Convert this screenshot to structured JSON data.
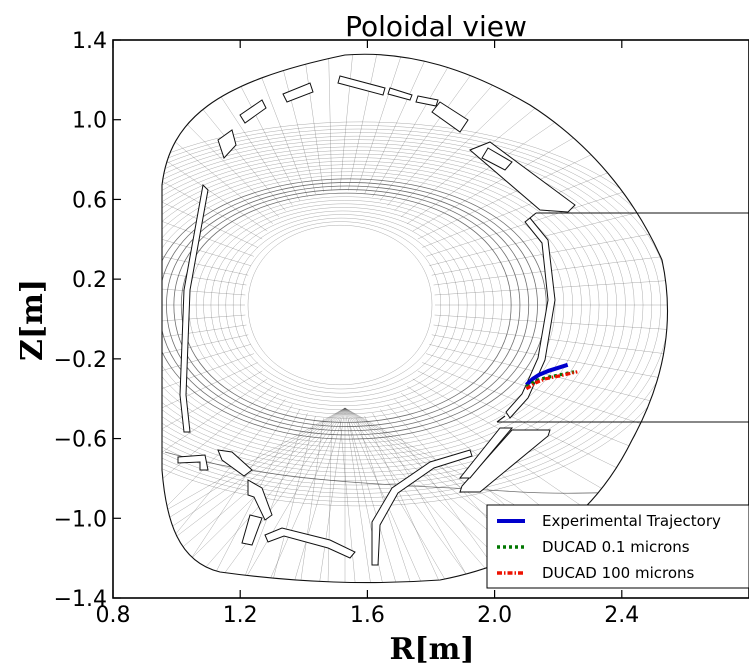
{
  "chart_data": {
    "type": "line",
    "title": "Poloidal view",
    "xlabel": "R[m]",
    "ylabel": "Z[m]",
    "xlim": [
      0.8,
      2.8
    ],
    "ylim": [
      -1.4,
      1.4
    ],
    "x_ticks": [
      "0.8",
      "1.2",
      "1.6",
      "2.0",
      "2.4"
    ],
    "y_ticks": [
      "1.4",
      "1.0",
      "0.6",
      "0.2",
      "−0.2",
      "−0.6",
      "−1.0",
      "−1.4"
    ],
    "legend_position": "lower-right",
    "series": [
      {
        "name": "Experimental Trajectory",
        "style": "solid",
        "color": "#0000cc",
        "x": [
          2.1,
          2.12,
          2.14,
          2.17,
          2.2,
          2.23
        ],
        "y": [
          -0.33,
          -0.3,
          -0.28,
          -0.26,
          -0.245,
          -0.23
        ]
      },
      {
        "name": "DUCAD 0.1 microns",
        "style": "dotted",
        "color": "#007700",
        "x": [
          2.1,
          2.13,
          2.16,
          2.19,
          2.22,
          2.25
        ],
        "y": [
          -0.34,
          -0.31,
          -0.295,
          -0.285,
          -0.275,
          -0.265
        ]
      },
      {
        "name": "DUCAD 100 microns",
        "style": "dashdot",
        "color": "#ee1100",
        "x": [
          2.1,
          2.13,
          2.16,
          2.19,
          2.22,
          2.26
        ],
        "y": [
          -0.35,
          -0.32,
          -0.3,
          -0.29,
          -0.28,
          -0.265
        ]
      }
    ]
  }
}
